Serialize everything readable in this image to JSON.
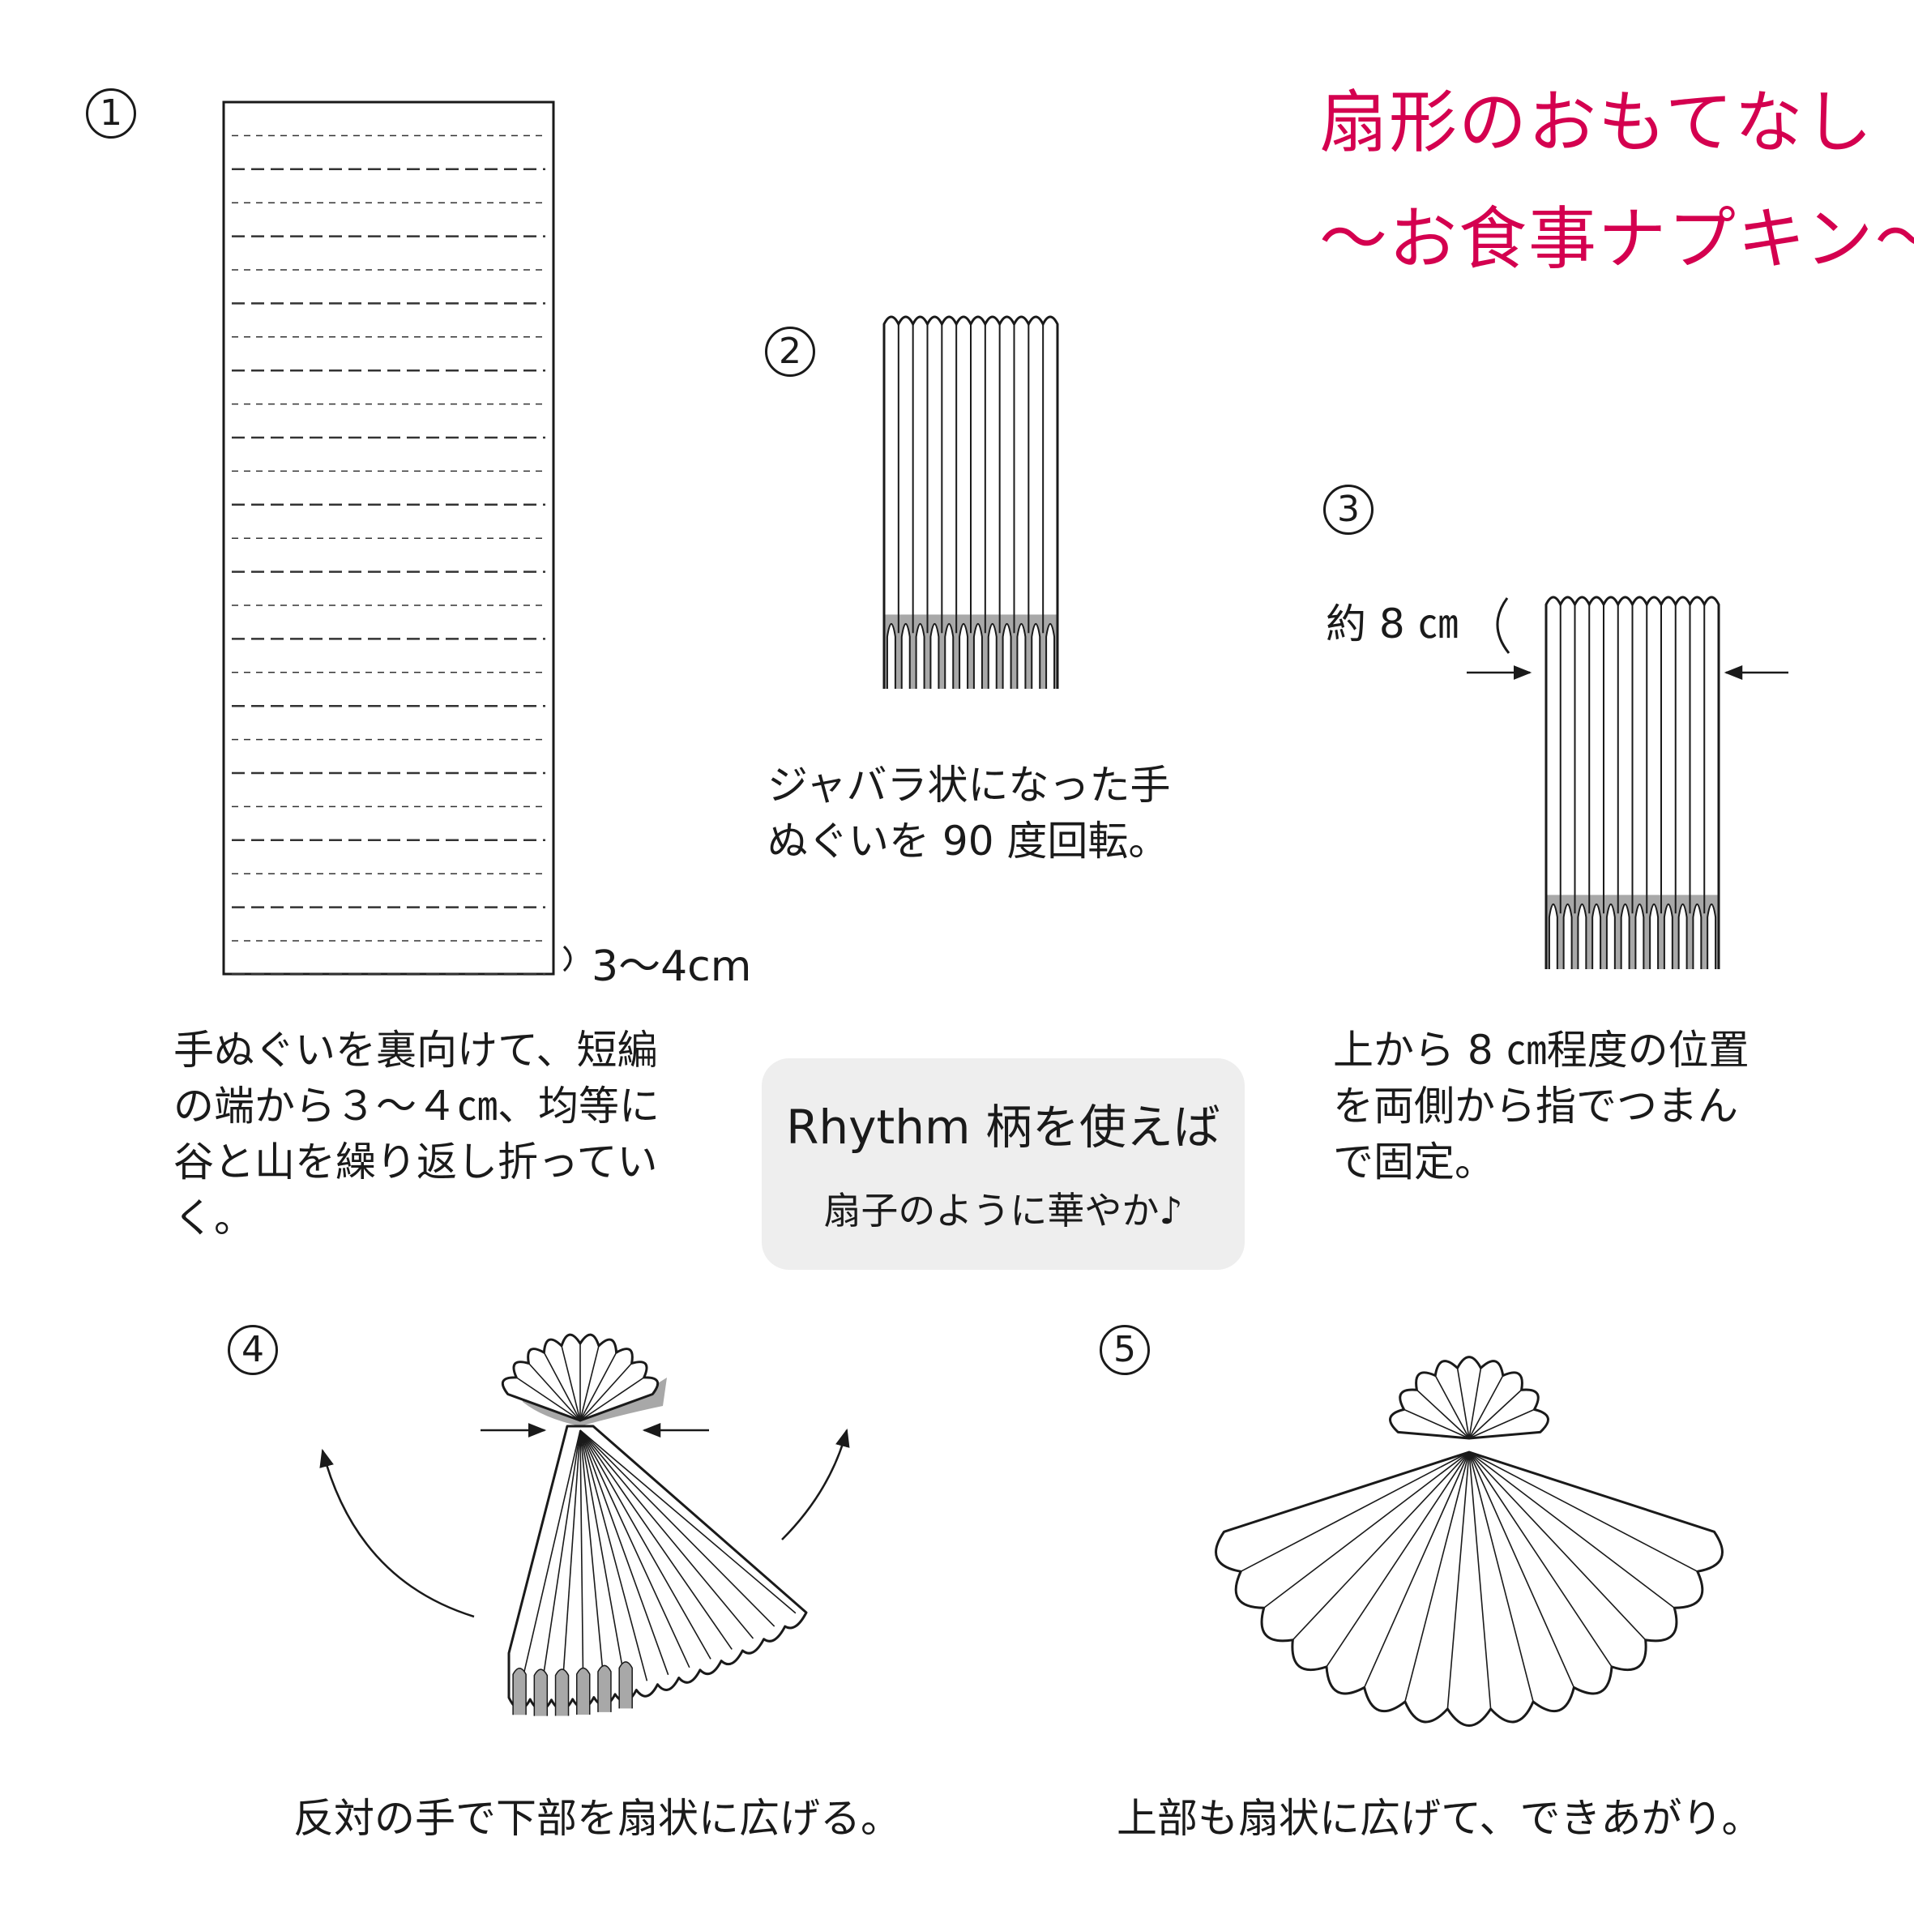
{
  "title": {
    "main": "扇形のおもてなし",
    "sub": "〜お食事ナプキン〜",
    "color": "#d4004f"
  },
  "steps": [
    {
      "number": "1",
      "measure": "3〜4cm",
      "caption": "手ぬぐいを裏向けて、短編の端から３〜４㎝、均等に谷と山を繰り返し折っていく。"
    },
    {
      "number": "2",
      "caption_lines": [
        "ジャバラ状になった手",
        "ぬぐいを 90 度回転。"
      ]
    },
    {
      "number": "3",
      "measure": "約 8 ㎝",
      "caption_lines": [
        "上から 8 ㎝程度の位置",
        "を両側から指でつまん",
        "で固定。"
      ]
    },
    {
      "number": "4",
      "caption": "反対の手で下部を扇状に広げる。"
    },
    {
      "number": "5",
      "caption": "上部も扇状に広げて、できあがり。"
    }
  ],
  "tip": {
    "line1": "Rhythm 柄を使えば",
    "line2": "扇子のように華やか♪",
    "background": "#eeeeee"
  }
}
